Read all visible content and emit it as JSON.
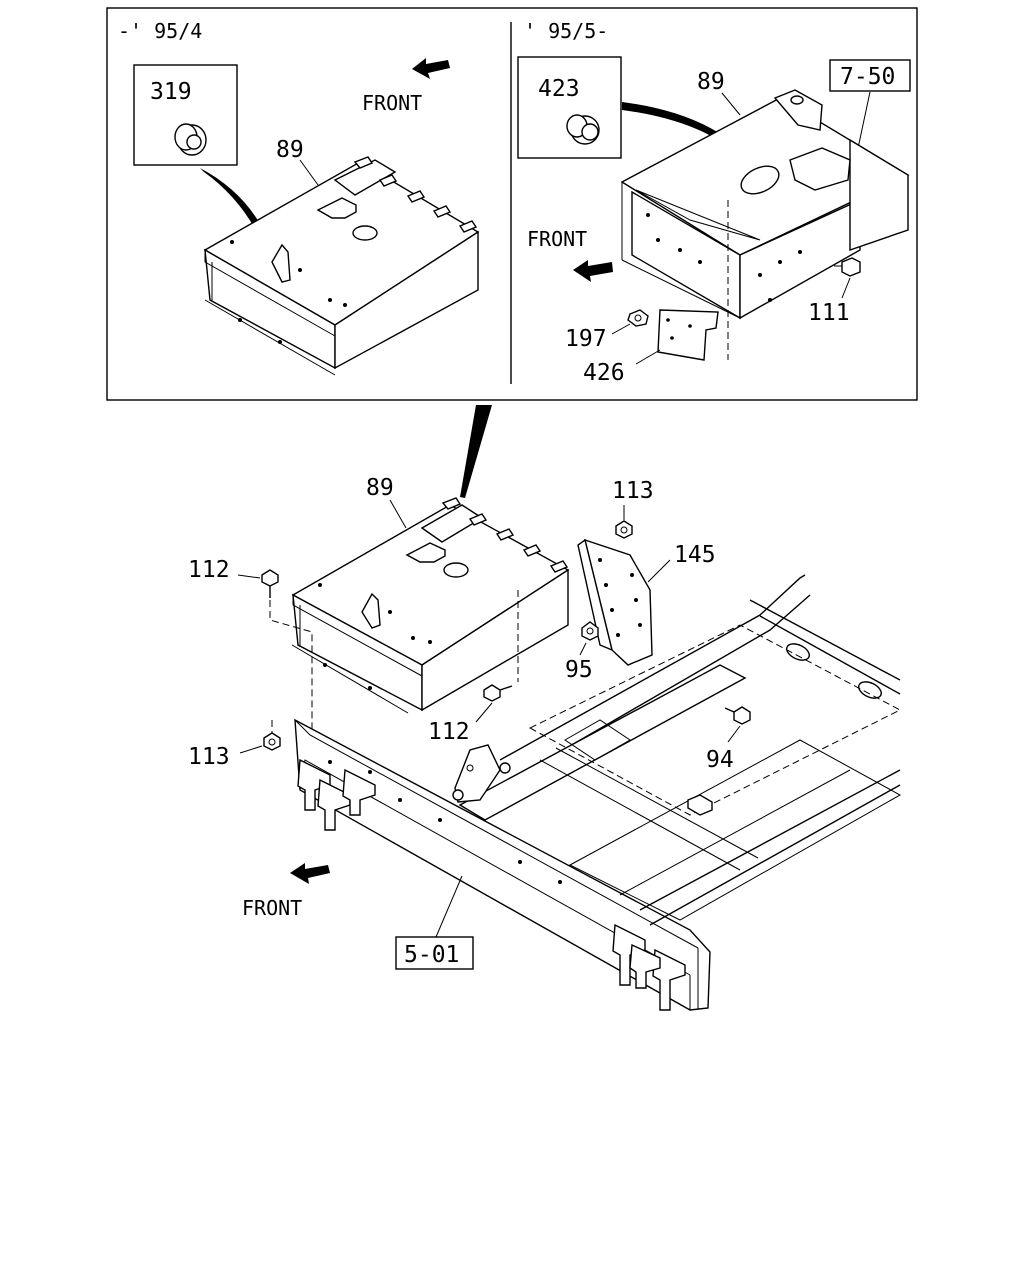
{
  "inset_left": {
    "period": "-' 95/4",
    "front": "FRONT",
    "detail_part": "319",
    "box_part": "89"
  },
  "inset_right": {
    "period": "' 95/5-",
    "front": "FRONT",
    "detail_part": "423",
    "box_part": "89",
    "ref": "7-50",
    "parts": {
      "bolt": "111",
      "nut": "197",
      "plate": "426"
    }
  },
  "main": {
    "box_part": "89",
    "front": "FRONT",
    "frame_ref": "5-01",
    "bolt_top_left": "112",
    "bolt_bottom": "112",
    "nut_top": "113",
    "nut_left": "113",
    "bracket": "145",
    "nut_bracket": "95",
    "bolt_frame": "94"
  }
}
